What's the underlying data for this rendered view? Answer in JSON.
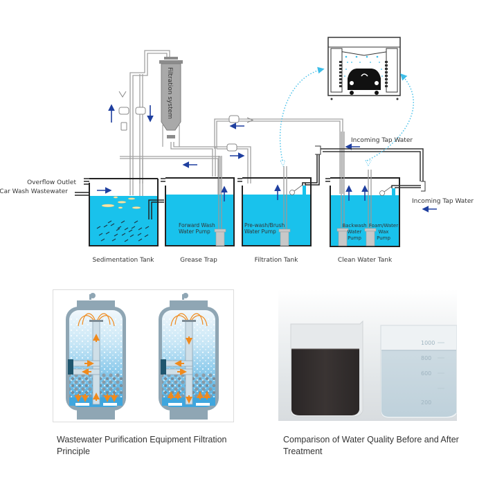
{
  "diagram": {
    "labels": {
      "overflow_outlet": "Overflow Outlet",
      "car_wash_wastewater": "Car Wash Wastewater",
      "filtration_system": "Filtration system",
      "incoming_tap_water_top": "Incoming Tap Water",
      "incoming_tap_water_right": "Incoming Tap Water"
    },
    "tanks": [
      {
        "name": "Sedimentation Tank"
      },
      {
        "name": "Grease Trap",
        "pump_line1": "Forward Wash",
        "pump_line2": "Water Pump"
      },
      {
        "name": "Filtration Tank",
        "pump_line1": "Pre-wash/Brush",
        "pump_line2": "Water Pump"
      },
      {
        "name": "Clean Water Tank",
        "pumps": [
          {
            "line1": "Backwash",
            "line2": "Water",
            "line3": "Pump"
          },
          {
            "line1": "Foam/Water",
            "line2": "Wax",
            "line3": "Pump"
          }
        ]
      }
    ],
    "colors": {
      "water": "#19c2ec",
      "arrow": "#1f3f9f",
      "spray": "#3dbde8",
      "tank_outline": "#222222",
      "pipe": "#9a9a9a",
      "filter_body": "#a9a9a9"
    }
  },
  "captions": {
    "left_line1": "Wastewater Purification Equipment Filtration",
    "left_line2": "Principle",
    "right_line1": "Comparison of Water Quality Before and After",
    "right_line2": "Treatment"
  },
  "photo": {
    "beaker_mark_top": "1000",
    "beaker_mark_mid": "800",
    "beaker_mark_low": "600",
    "beaker_mark_bottom": "200"
  }
}
